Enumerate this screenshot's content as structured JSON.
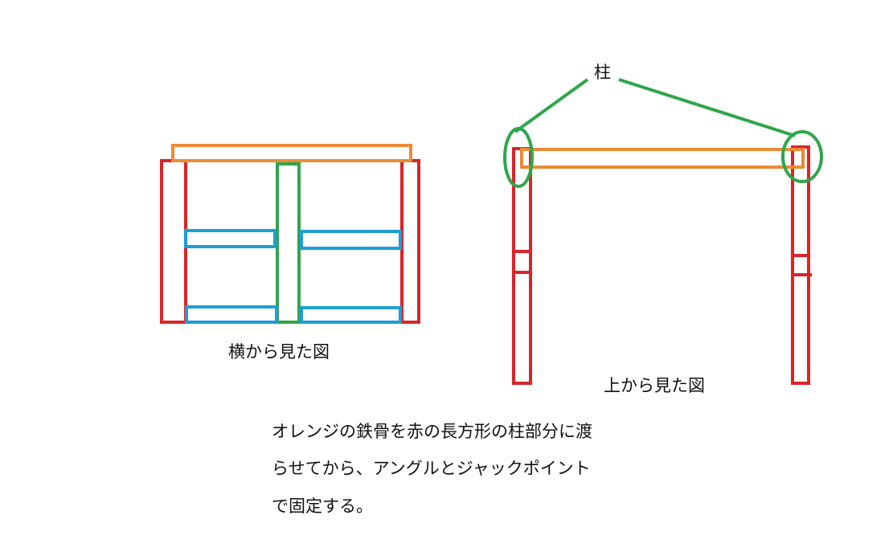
{
  "colors": {
    "beam_orange": "#ee8a35",
    "pillar_red": "#d8252a",
    "angle_blue": "#1e9ed6",
    "jack_green": "#2ea64a"
  },
  "side_view": {
    "caption": "横から見た図"
  },
  "top_view": {
    "caption": "上から見た図",
    "pillar_label": "柱"
  },
  "note": {
    "lines": [
      "オレンジの鉄骨を赤の長方形の柱部分に渡",
      "らせてから、アングルとジャックポイント",
      "で固定する。"
    ]
  }
}
